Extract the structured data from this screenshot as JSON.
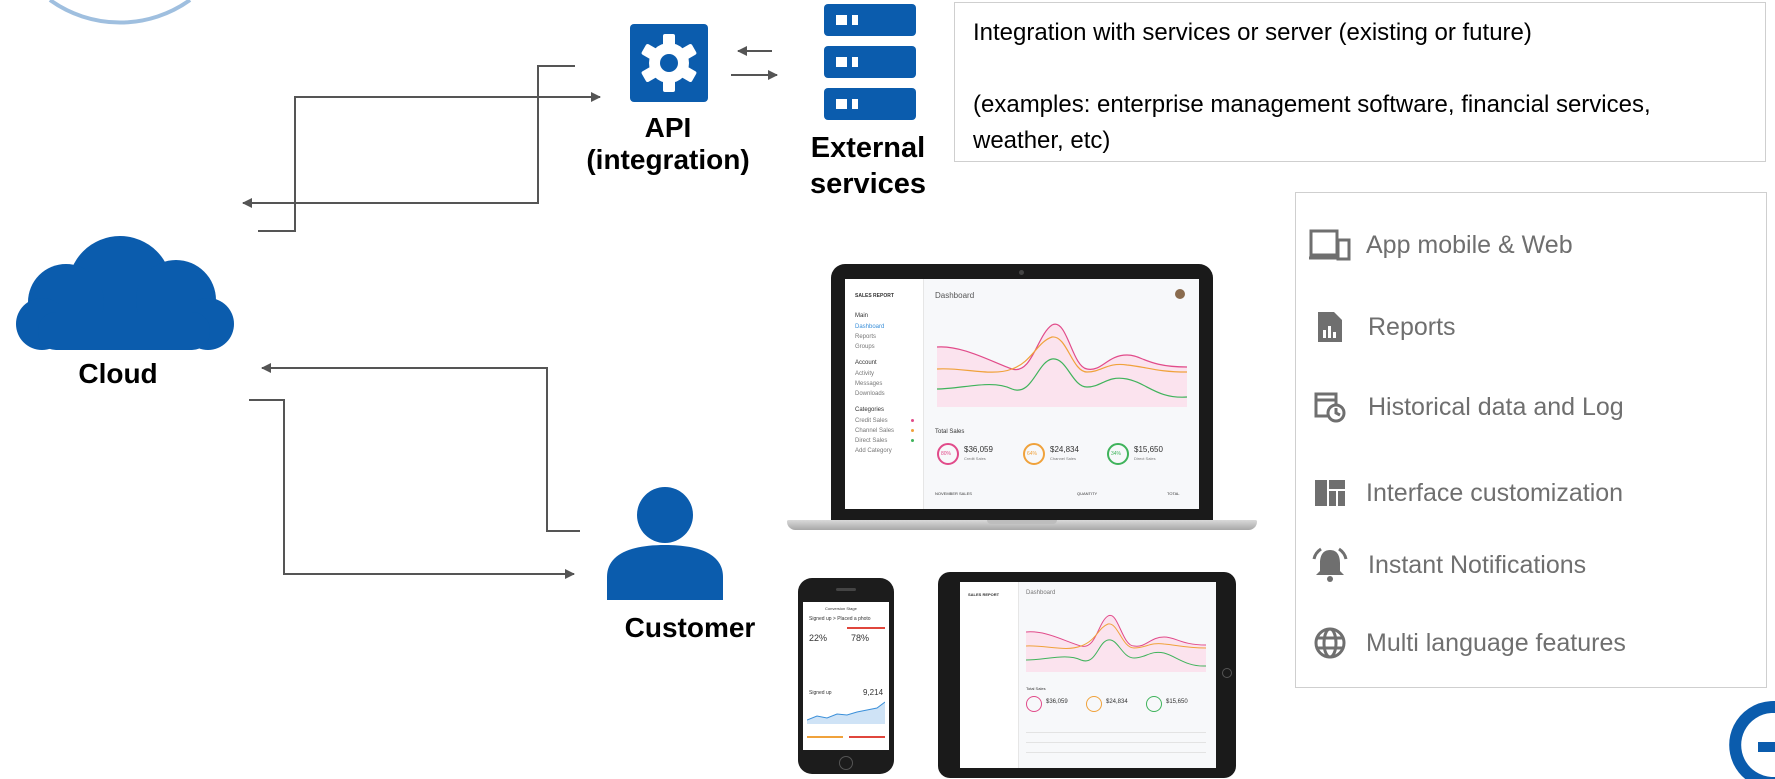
{
  "api": {
    "label_line1": "API",
    "label_line2": "(integration)"
  },
  "external": {
    "label_line1": "External",
    "label_line2": "services"
  },
  "cloud": {
    "label": "Cloud"
  },
  "customer": {
    "label": "Customer"
  },
  "description": {
    "line1": "Integration with services or server (existing or future)",
    "line2": "(examples: enterprise management software, financial services, weather, etc)"
  },
  "features": [
    {
      "label": "App mobile & Web",
      "icon": "devices-icon"
    },
    {
      "label": "Reports",
      "icon": "report-file-icon"
    },
    {
      "label": "Historical data and Log",
      "icon": "history-calendar-icon"
    },
    {
      "label": "Interface customization",
      "icon": "layout-icon"
    },
    {
      "label": "Instant Notifications",
      "icon": "bell-icon"
    },
    {
      "label": "Multi language features",
      "icon": "globe-icon"
    }
  ],
  "laptop_screen": {
    "sidebar_title": "SALES REPORT",
    "title": "Dashboard",
    "main_label": "Main",
    "menu_main": [
      "Dashboard",
      "Reports",
      "Groups"
    ],
    "account_label": "Account",
    "menu_account": [
      "Activity",
      "Messages",
      "Downloads"
    ],
    "categories_label": "Categories",
    "menu_categories": [
      "Credit Sales",
      "Channel Sales",
      "Direct Sales"
    ],
    "add_category": "Add Category",
    "total_sales": "Total Sales",
    "stats": [
      {
        "pct": "80%",
        "amount": "$36,059",
        "name": "Credit Sales",
        "color": "#e14b8a"
      },
      {
        "pct": "64%",
        "amount": "$24,834",
        "name": "Channel Sales",
        "color": "#f0a23b"
      },
      {
        "pct": "34%",
        "amount": "$15,650",
        "name": "Direct Sales",
        "color": "#3fb35b"
      }
    ],
    "footer_cols": [
      "NOVEMBER SALES",
      "QUANTITY",
      "TOTAL"
    ]
  },
  "phone_screen": {
    "header": "Conversion Stage",
    "subtitle": "Signed up > Placed a photo",
    "left_pct": "22%",
    "right_pct": "78%",
    "signed_up": "Signed up",
    "signed_value": "9,214"
  },
  "colors": {
    "brand_blue": "#0b5cad",
    "arrow": "#555555",
    "feature_gray": "#6f6f6f"
  }
}
